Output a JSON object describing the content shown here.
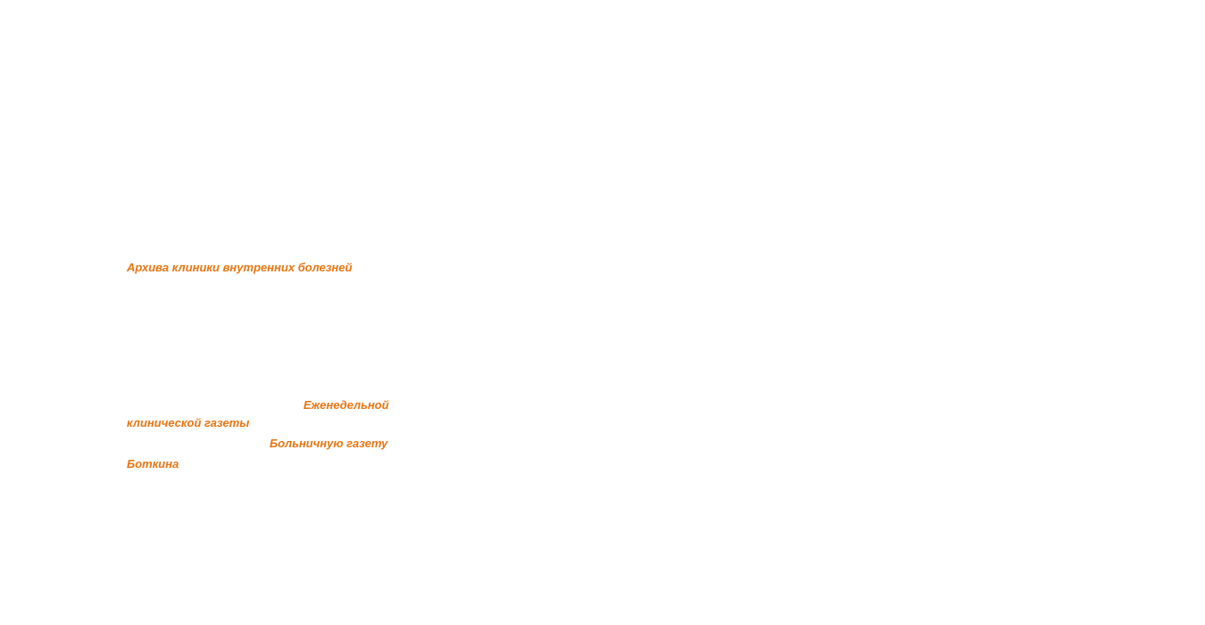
{
  "fragments": [
    {
      "text": "Архива клиники внутренних болезней"
    },
    {
      "text": "Еженедельной"
    },
    {
      "text": "клинической газеты"
    },
    {
      "text": "Больничную газету"
    },
    {
      "text": "Боткина"
    }
  ],
  "colors": {
    "text": "#e87511",
    "background": "#ffffff"
  }
}
